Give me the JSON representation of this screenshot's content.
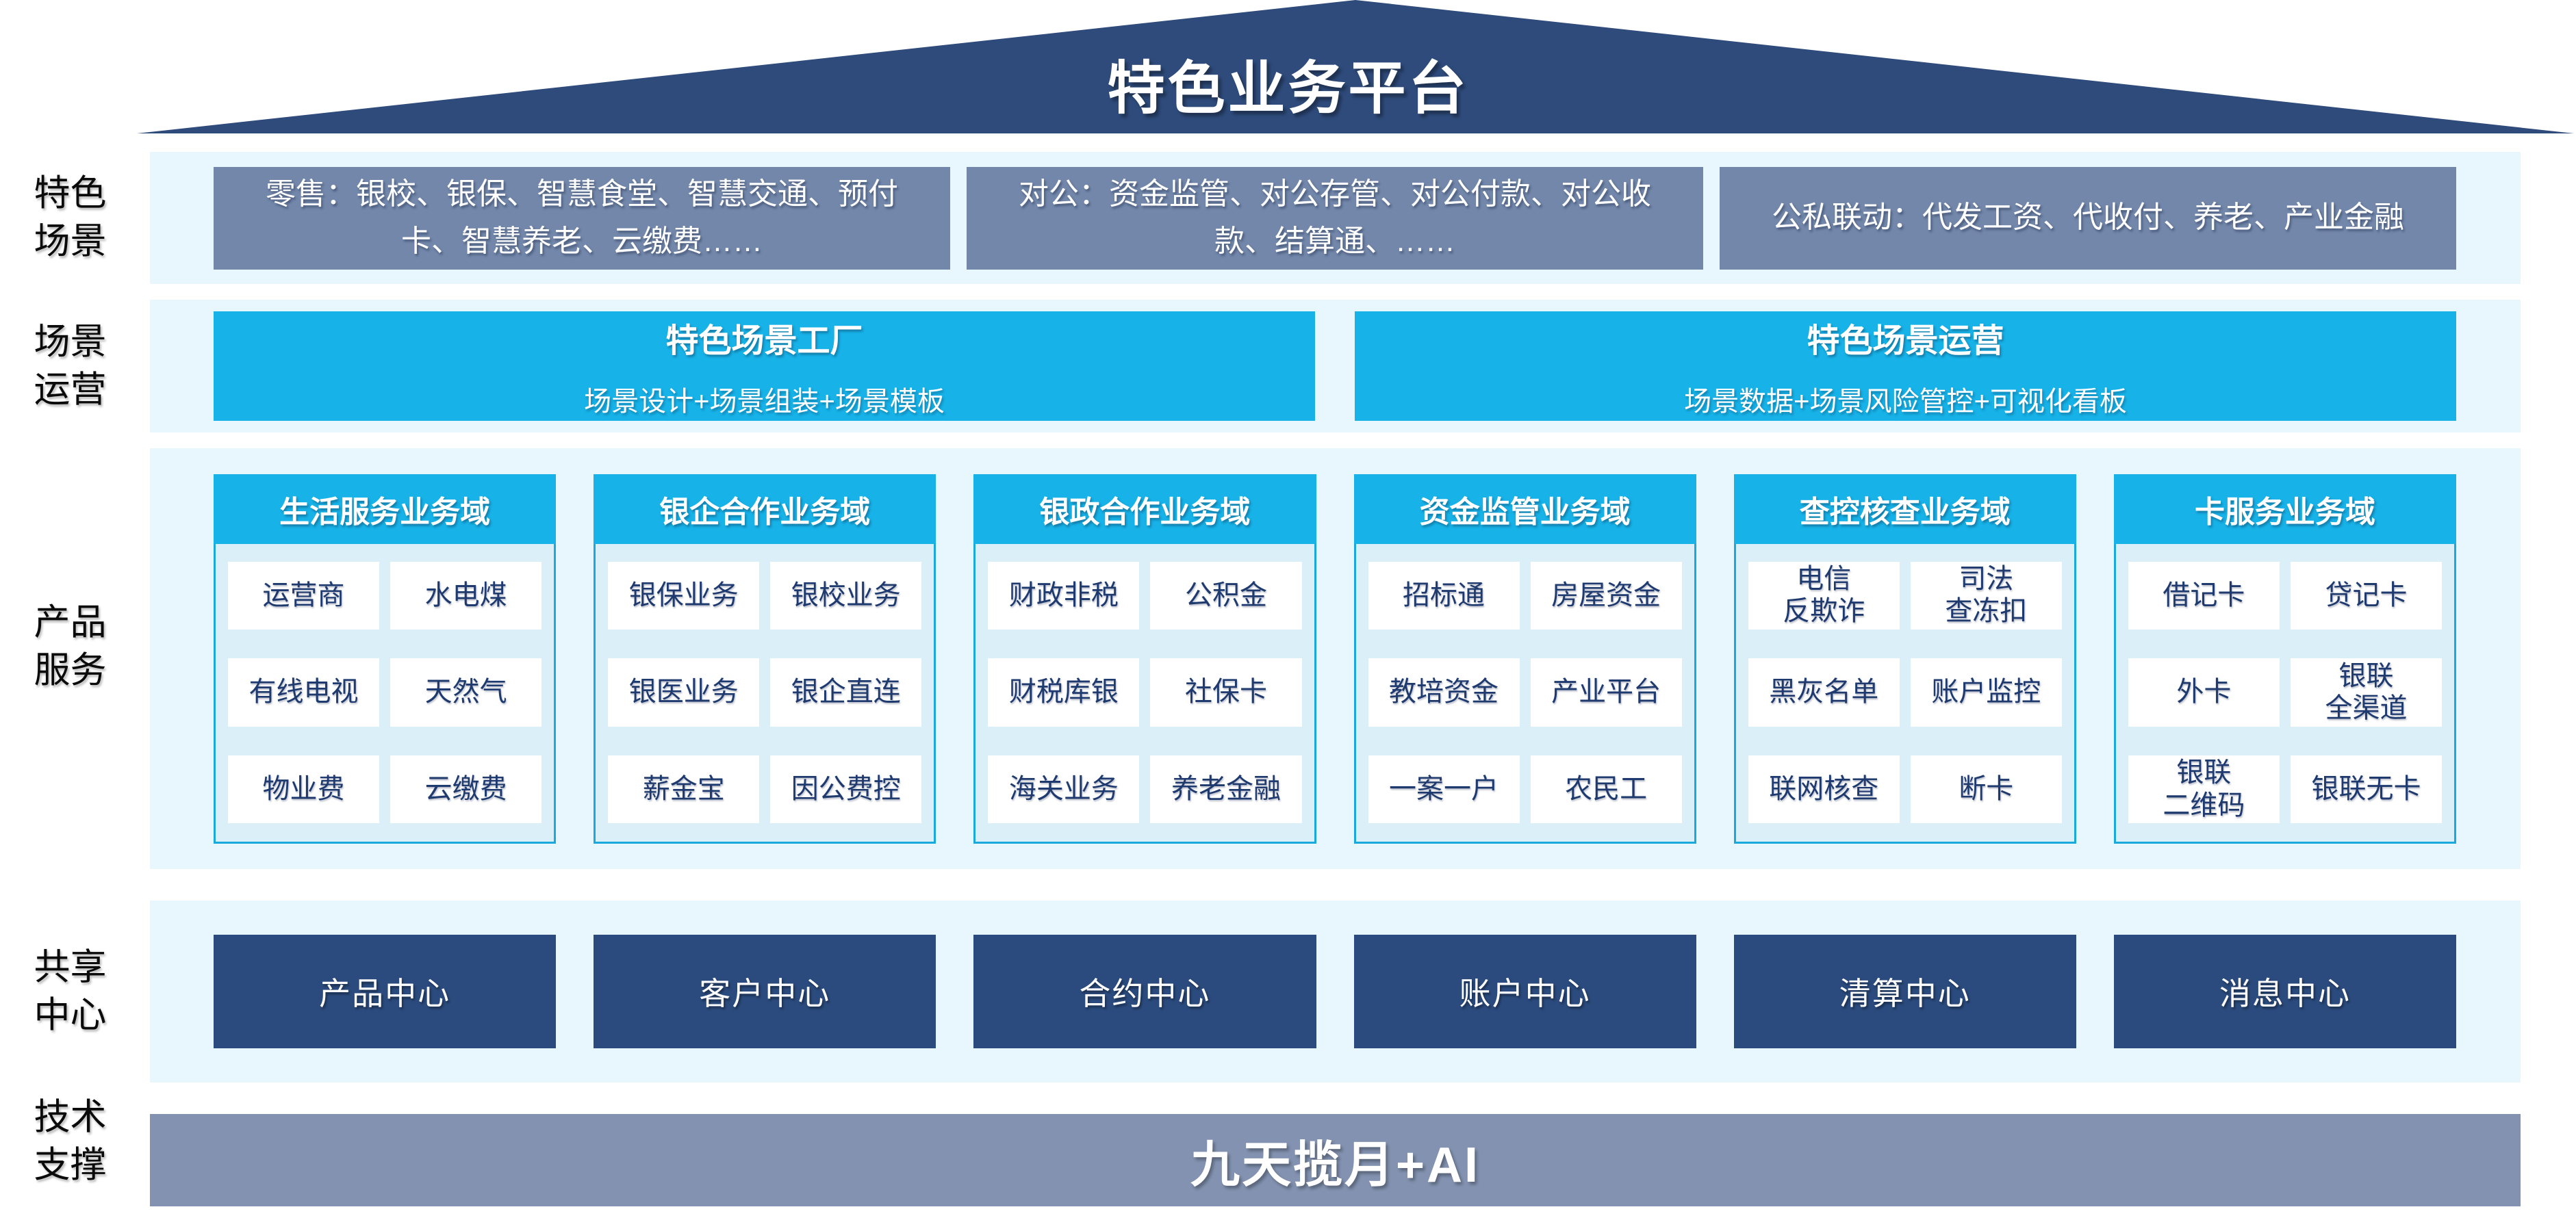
{
  "title": "特色业务平台",
  "colors": {
    "roof_navy": "#2E4B7B",
    "scenario_slate": "#7287AA",
    "cyan": "#16B2E8",
    "band_bg": "#E8F6FD",
    "column_body_bg": "#DBEFF9",
    "column_border": "#19A9DC",
    "cell_text_navy": "#1E3A6E",
    "center_navy": "#2B4B7E",
    "tech_bar_slate": "#8292B0"
  },
  "side_labels": [
    {
      "lines": [
        "特色",
        "场景"
      ]
    },
    {
      "lines": [
        "场景",
        "运营"
      ]
    },
    {
      "lines": [
        "产品",
        "服务"
      ]
    },
    {
      "lines": [
        "共享",
        "中心"
      ]
    },
    {
      "lines": [
        "技术",
        "支撑"
      ]
    }
  ],
  "scenario_row": {
    "boxes": [
      {
        "text": "零售：银校、银保、智慧食堂、智慧交通、预付\n卡、智慧养老、云缴费……"
      },
      {
        "text": "对公：资金监管、对公存管、对公付款、对公收\n款、结算通、……"
      },
      {
        "text": "公私联动：代发工资、代收付、养老、产业金融"
      }
    ]
  },
  "operation_row": {
    "boxes": [
      {
        "title": "特色场景工厂",
        "subtitle": "场景设计+场景组装+场景模板"
      },
      {
        "title": "特色场景运营",
        "subtitle": "场景数据+场景风险管控+可视化看板"
      }
    ]
  },
  "product_domains": [
    {
      "title": "生活服务业务域",
      "cells": [
        "运营商",
        "水电煤",
        "有线电视",
        "天然气",
        "物业费",
        "云缴费"
      ]
    },
    {
      "title": "银企合作业务域",
      "cells": [
        "银保业务",
        "银校业务",
        "银医业务",
        "银企直连",
        "薪金宝",
        "因公费控"
      ]
    },
    {
      "title": "银政合作业务域",
      "cells": [
        "财政非税",
        "公积金",
        "财税库银",
        "社保卡",
        "海关业务",
        "养老金融"
      ]
    },
    {
      "title": "资金监管业务域",
      "cells": [
        "招标通",
        "房屋资金",
        "教培资金",
        "产业平台",
        "一案一户",
        "农民工"
      ]
    },
    {
      "title": "查控核查业务域",
      "cells": [
        "电信\n反欺诈",
        "司法\n查冻扣",
        "黑灰名单",
        "账户监控",
        "联网核查",
        "断卡"
      ]
    },
    {
      "title": "卡服务业务域",
      "cells": [
        "借记卡",
        "贷记卡",
        "外卡",
        "银联\n全渠道",
        "银联\n二维码",
        "银联无卡"
      ]
    }
  ],
  "shared_centers": [
    "产品中心",
    "客户中心",
    "合约中心",
    "账户中心",
    "清算中心",
    "消息中心"
  ],
  "tech_support": {
    "label": "九天揽月+AI"
  }
}
